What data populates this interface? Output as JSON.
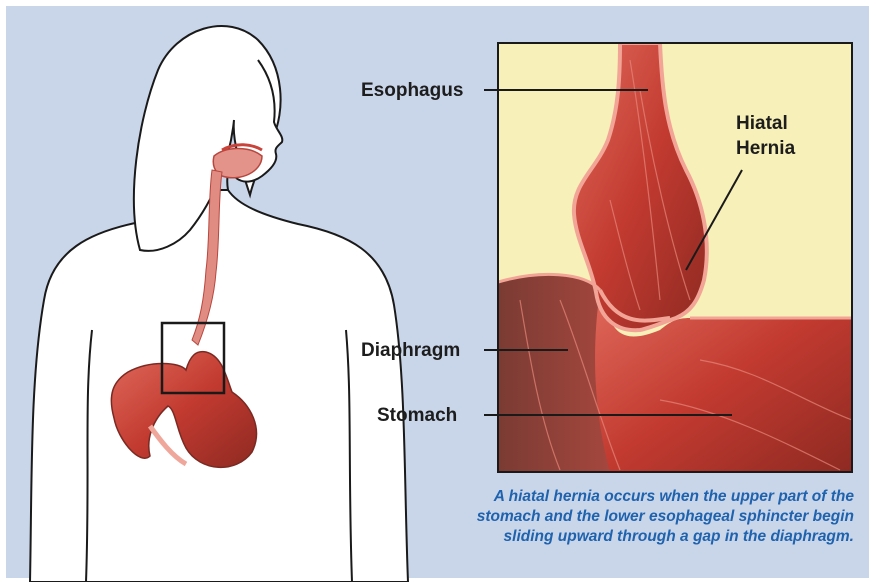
{
  "labels": {
    "esophagus": "Esophagus",
    "hiatal_hernia_line1": "Hiatal",
    "hiatal_hernia_line2": "Hernia",
    "diaphragm": "Diaphragm",
    "stomach": "Stomach"
  },
  "caption": {
    "line1": "A hiatal hernia occurs when the upper part of the",
    "line2": "stomach and the lower esophageal sphincter begin",
    "line3": "sliding upward through a gap in the diaphragm."
  },
  "colors": {
    "background": "#c9d6ea",
    "inset_background": "#f7f0b8",
    "tissue": "#c9433a",
    "caption_text": "#1f62ad"
  }
}
